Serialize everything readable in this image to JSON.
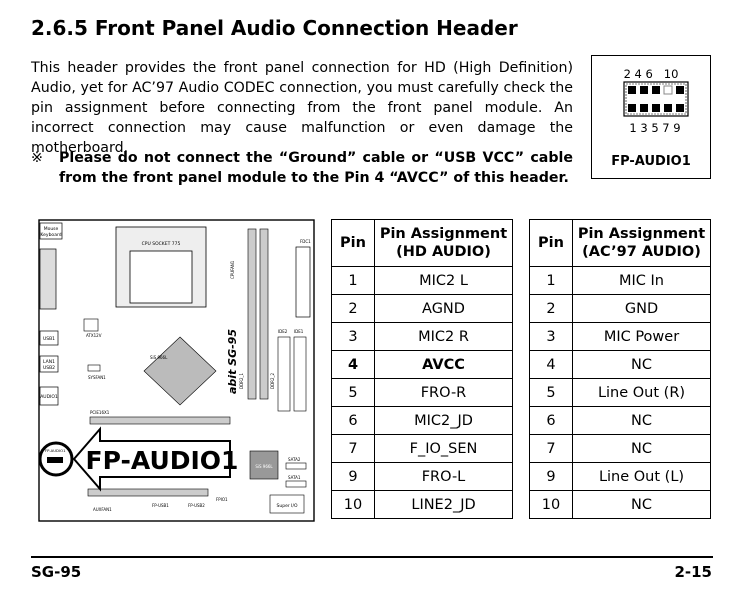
{
  "heading": "2.6.5 Front Panel Audio Connection Header",
  "intro": "This header provides the front panel connection for HD (High Definition) Audio, yet for AC’97 Audio CODEC connection, you must carefully check the pin assignment before connecting from the front panel module. An incorrect connection may cause malfunction or even damage the motherboard.",
  "note": {
    "mark": "※",
    "text": "Please do not connect the “Ground” cable or “USB VCC” cable from the front panel module to the Pin 4 “AVCC” of this header."
  },
  "pin_diagram": {
    "top_numbers": "2 4 6   10",
    "bottom_numbers": "1 3 5 7 9",
    "label": "FP-AUDIO1"
  },
  "board": {
    "callout": "FP-AUDIO1",
    "labels": {
      "mouse": "Mouse",
      "keyboard": "Keyboard",
      "cpu_socket": "CPU SOCKET 775",
      "cpu_fan": "CPUFAN1",
      "fdc": "FDC1",
      "usb": "USB1",
      "lan": "LAN1",
      "usb2": "USB2",
      "audio": "AUDIO1",
      "atx": "ATX12V",
      "sys_fan": "SYSFAN1",
      "pcie": "PCIE16X1",
      "brand": "abit SG-95",
      "sis": "SiS 966L",
      "ide1": "IDE1",
      "ide2": "IDE2",
      "sata": "SATA2",
      "sata1": "SATA1",
      "superio": "Super I/O",
      "fpusb": "FP-USB1",
      "fpusb2": "FP-USB2",
      "fpio": "FPIO1",
      "auxfan": "AUXFAN1",
      "ddr1": "DDR2_1",
      "ddr2": "DDR2_2",
      "fp_audio": "FP-AUDIO1"
    }
  },
  "hd_table": {
    "header_pin": "Pin",
    "header_assign_line1": "Pin Assignment",
    "header_assign_line2": "(HD AUDIO)",
    "rows": [
      {
        "pin": "1",
        "value": "MIC2 L"
      },
      {
        "pin": "2",
        "value": "AGND"
      },
      {
        "pin": "3",
        "value": "MIC2 R"
      },
      {
        "pin": "4",
        "value": "AVCC"
      },
      {
        "pin": "5",
        "value": "FRO-R"
      },
      {
        "pin": "6",
        "value": "MIC2_JD"
      },
      {
        "pin": "7",
        "value": "F_IO_SEN"
      },
      {
        "pin": "9",
        "value": "FRO-L"
      },
      {
        "pin": "10",
        "value": "LINE2_JD"
      }
    ]
  },
  "ac97_table": {
    "header_pin": "Pin",
    "header_assign_line1": "Pin Assignment",
    "header_assign_line2": "(AC’97 AUDIO)",
    "rows": [
      {
        "pin": "1",
        "value": "MIC In"
      },
      {
        "pin": "2",
        "value": "GND"
      },
      {
        "pin": "3",
        "value": "MIC Power"
      },
      {
        "pin": "4",
        "value": "NC"
      },
      {
        "pin": "5",
        "value": "Line Out (R)"
      },
      {
        "pin": "6",
        "value": "NC"
      },
      {
        "pin": "7",
        "value": "NC"
      },
      {
        "pin": "9",
        "value": "Line Out (L)"
      },
      {
        "pin": "10",
        "value": "NC"
      }
    ]
  },
  "footer": {
    "left": "SG-95",
    "right": "2-15"
  }
}
